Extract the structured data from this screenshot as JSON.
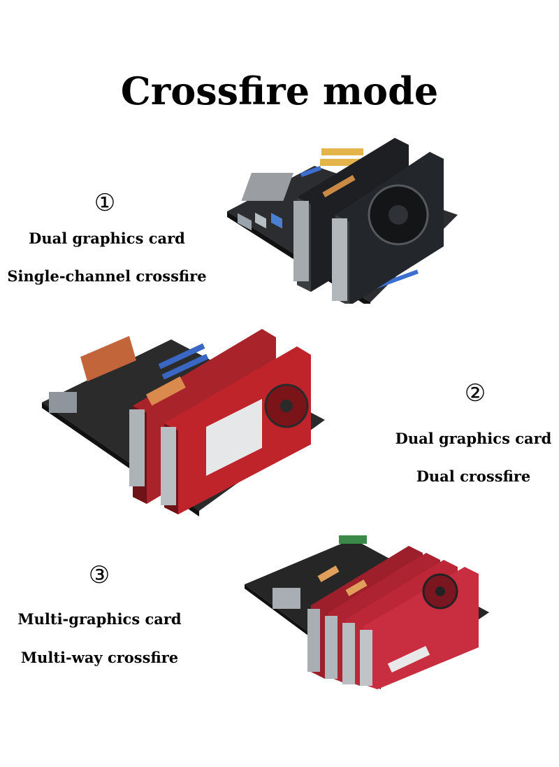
{
  "title": "Crossfire mode",
  "sections": [
    {
      "number": "①",
      "line1": "Dual graphics card",
      "line2": "Single-channel crossfire",
      "photo": "motherboard-with-two-black-graphics-cards"
    },
    {
      "number": "②",
      "line1": "Dual graphics card",
      "line2": "Dual crossfire",
      "photo": "motherboard-with-two-red-graphics-cards"
    },
    {
      "number": "③",
      "line1": "Multi-graphics card",
      "line2": "Multi-way crossfire",
      "photo": "motherboard-with-four-red-graphics-cards"
    }
  ],
  "colors": {
    "background": "#ffffff",
    "text": "#000000",
    "card_black": "#1d1f22",
    "card_red": "#c0242b",
    "pcb": "#2a2a2a"
  }
}
